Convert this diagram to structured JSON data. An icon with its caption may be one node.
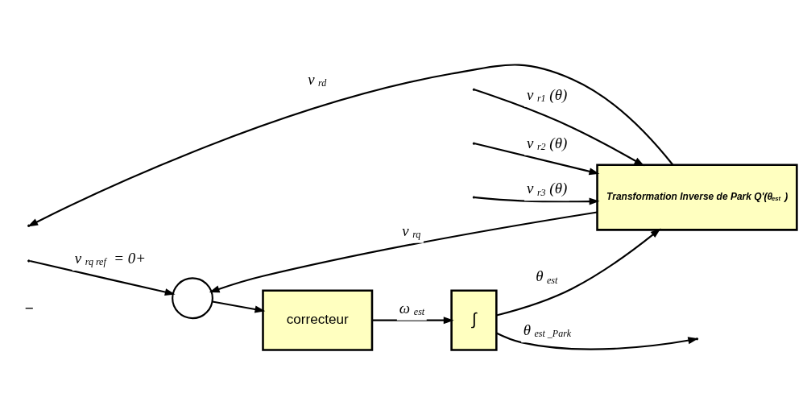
{
  "diagram": {
    "nodes": [
      {
        "text": [],
        "shape": "circle"
      },
      {
        "text": [
          "correcteur"
        ]
      },
      {
        "text": [
          "∫"
        ]
      },
      {
        "text": [
          "Transformation Inverse de Park Q'(θ$_{est}$)"
        ]
      }
    ],
    "edges": [
      {
        "from": null,
        "to": 0,
        "arrow": "to",
        "label": "v$_{rq ref}$ = 0+"
      },
      {
        "from": 0,
        "to": 1,
        "arrow": "to"
      },
      {
        "from": 1,
        "to": 2,
        "arrow": "to",
        "label": "ω$_{est}$"
      },
      {
        "from": 2,
        "to": null,
        "arrow": "to",
        "label": "θ$_{est _Park}$"
      },
      {
        "from": 2,
        "to": 3,
        "arrow": "to",
        "label": "θ$_{est}$"
      },
      {
        "from": 3,
        "to": 0,
        "arrow": "to",
        "label": "v$_{rq}$"
      },
      {
        "from": 3,
        "to": null,
        "arrow": "to",
        "label": "v$_{rd}$"
      },
      {
        "from": null,
        "to": 3,
        "arrow": "to",
        "label": "v$_{r1}$(θ)"
      },
      {
        "from": null,
        "to": 3,
        "arrow": "to",
        "label": "v$_{r2}$(θ)"
      },
      {
        "from": null,
        "to": 3,
        "arrow": "to",
        "label": "v$_{r3}$(θ)"
      }
    ],
    "labels": [
      "−"
    ]
  }
}
